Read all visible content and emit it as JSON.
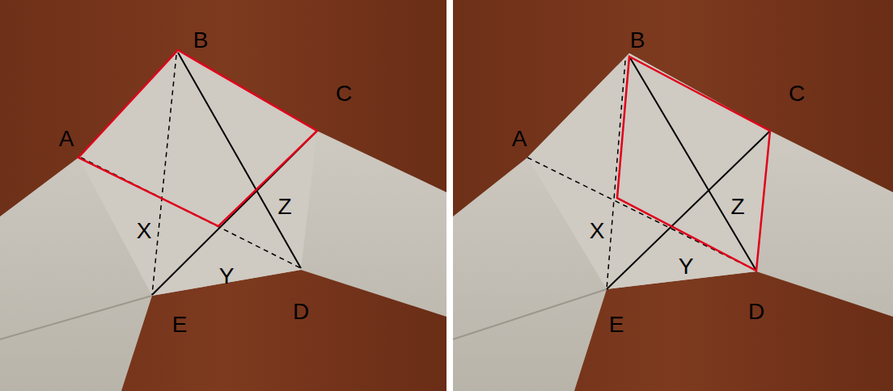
{
  "diagram": {
    "labels": [
      "B",
      "C",
      "A",
      "X",
      "Z",
      "Y",
      "E",
      "D",
      "B",
      "C",
      "A",
      "X",
      "Z",
      "Y",
      "E",
      "D"
    ]
  }
}
